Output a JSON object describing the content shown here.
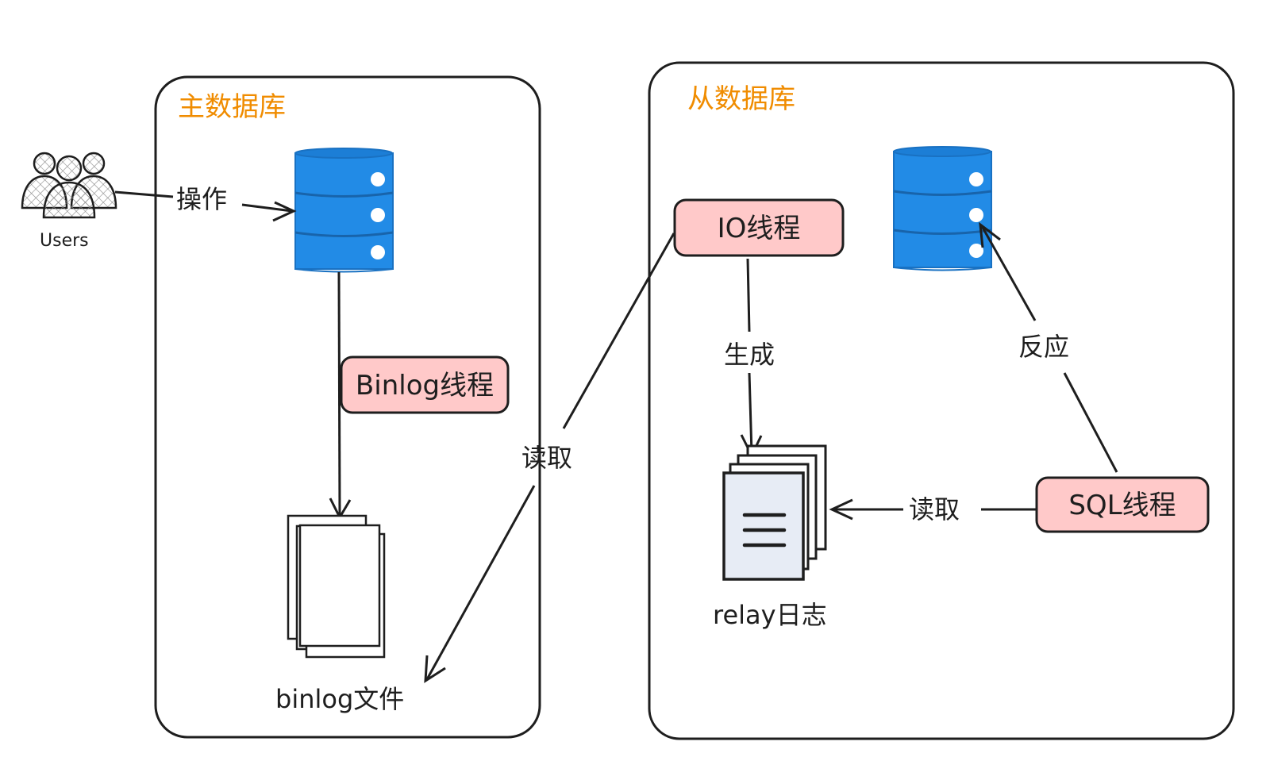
{
  "diagram": {
    "master": {
      "title": "主数据库"
    },
    "slave": {
      "title": "从数据库"
    },
    "users_label": "Users",
    "nodes": {
      "binlog_thread": "Binlog线程",
      "io_thread": "IO线程",
      "sql_thread": "SQL线程",
      "binlog_file": "binlog文件",
      "relay_log": "relay日志"
    },
    "edges": {
      "operate": "操作",
      "read_master": "读取",
      "generate": "生成",
      "apply": "反应",
      "read_relay": "读取"
    },
    "colors": {
      "title": "#f08c00",
      "thread_fill": "#ffc9c9",
      "db_blue": "#228be6",
      "stroke": "#1e1e1e",
      "doc_fill": "#e7ecf5"
    }
  }
}
